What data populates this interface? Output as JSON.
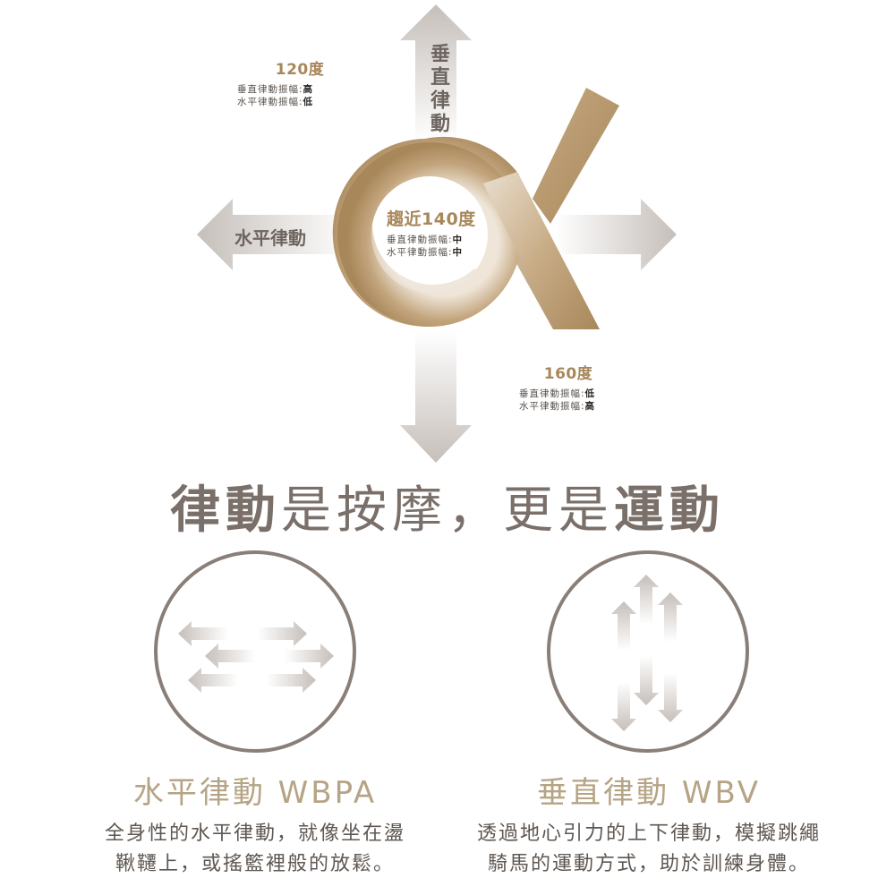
{
  "diagram": {
    "vertical_arrow_label": "垂直律動",
    "horizontal_arrow_label": "水平律動",
    "angles": [
      {
        "title": "120度",
        "vertical_label": "垂直律動振幅:",
        "vertical_value": "高",
        "horizontal_label": "水平律動振幅:",
        "horizontal_value": "低"
      },
      {
        "title": "趨近140度",
        "vertical_label": "垂直律動振幅:",
        "vertical_value": "中",
        "horizontal_label": "水平律動振幅:",
        "horizontal_value": "中"
      },
      {
        "title": "160度",
        "vertical_label": "垂直律動振幅:",
        "vertical_value": "低",
        "horizontal_label": "水平律動振幅:",
        "horizontal_value": "高"
      }
    ]
  },
  "headline": {
    "part1_bold": "律動",
    "part2": "是按摩，更是",
    "part3_bold": "運動"
  },
  "modes": [
    {
      "icon": "horizontal-arrows-icon",
      "title": "水平律動 WBPA",
      "desc_line1": "全身性的水平律動，就像坐在盪",
      "desc_line2": "鞦韆上，或搖籃裡般的放鬆。"
    },
    {
      "icon": "vertical-arrows-icon",
      "title": "垂直律動 WBV",
      "desc_line1": "透過地心引力的上下律動，模擬跳繩",
      "desc_line2": "騎馬的運動方式，助於訓練身體。"
    }
  ],
  "colors": {
    "gold": "#a8875a",
    "gold_light": "#e8dccb",
    "gray_arrow": "#c9c2bd",
    "circle_stroke": "#8a7f78",
    "text_gray": "#6e6560",
    "title_gold": "#b5a485"
  }
}
